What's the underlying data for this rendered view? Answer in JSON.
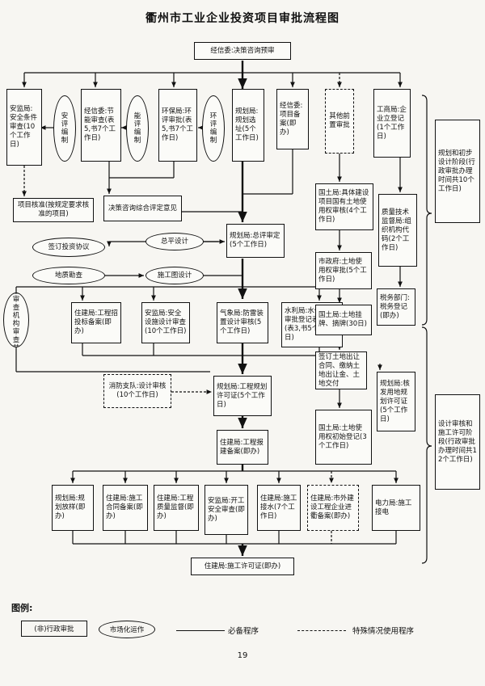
{
  "title": "衢州市工业企业投资项目审批流程图",
  "nodes": {
    "start": "经信委:决策咨询预审",
    "anjian": "安监局:安全条件审查(10个工作日)",
    "anping": "安评编制",
    "jingxin_neng": "经信委:节能审查(表5,书7个工作日)",
    "nengping": "能评编制",
    "huanbao": "环保局:环评审批(表5,书7个工作日)",
    "huanping": "环评编制",
    "guihua_xz": "规划局:规划选址(5个工作日)",
    "jingxin_ba": "经信委:项目备案(即办)",
    "qita": "其他前置审批",
    "gongshang": "工商局:企业立登记(1个工作日)",
    "side_top": "规划和初步设计阶段(行政审批办理时间共10个工作日)",
    "xiangmu_hz": "项目核准(按规定要求核准的项目)",
    "juece_pd": "决策咨询综合评定意见",
    "guotu_gy": "国土局:具体建设项目国有土地使用权审核(4个工作日)",
    "zhijian": "质量技术监督局:组织机构代码(2个工作日)",
    "qianding": "签订投资协议",
    "zongping": "总平设计",
    "guihua_zp": "规划局:总评审定(5个工作日)",
    "shizf": "市政府:土地使用权审批(5个工作日)",
    "shuiwu": "税务部门:税务登记(即办)",
    "dizhi": "地质勘查",
    "shigongtu": "施工图设计",
    "shigongtu_sc": "施工图审查机构审查并修改",
    "zj_zb": "住建局:工程招投标备案(即办)",
    "aj_sheji": "安监局:安全设施设计审查(10个工作日)",
    "qx": "气象局:防雷装置设计审核(5个工作日)",
    "sl": "水利局:水保方案审批登记表(书)(表3,书5个工作日)",
    "guotu_gp": "国土局:土地挂牌、摘牌(30日)",
    "qiandingtd": "签订土地出让合同、缴纳土地出让金、土地交付",
    "xiaofang": "消防支队:设计审核(10个工作日)",
    "gh_gcxk": "规划局:工程规划许可证(5个工作日)",
    "gh_ydxk": "规划局:核发用地规划许可证(5个工作日)",
    "zj_bj": "住建局:工程报建备案(即办)",
    "guotu_dj": "国土局:土地使用权初始登记(3个工作日)",
    "side_bottom": "设计审核和施工许可阶段(行政审批办理时间共12个工作日)",
    "gh_fx": "规划局:规划放样(即办)",
    "zj_ht": "住建局:施工合同备案(即办)",
    "zj_zl": "住建局:工程质量监督(即办)",
    "aj_kg": "安监局:开工安全审查(即办)",
    "zj_js": "住建局:施工接水(7个工作日)",
    "zj_wd": "住建局:市外建设工程企业进衢备案(即办)",
    "dl": "电力局:施工接电",
    "final": "住建局:施工许可证(即办)"
  },
  "legend": {
    "title": "图例:",
    "box": "(非)行政审批",
    "ellipse": "市场化运作",
    "solid": "必备程序",
    "dashed": "特殊情况使用程序"
  },
  "page_number": "19"
}
